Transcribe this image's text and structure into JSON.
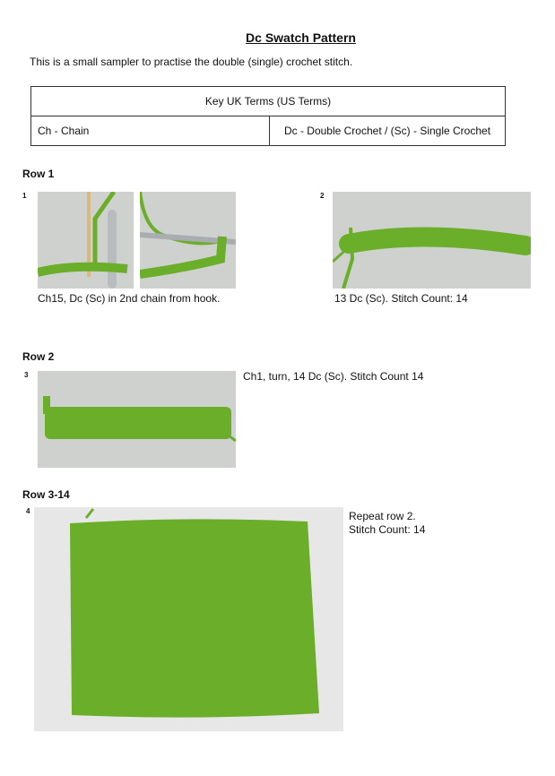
{
  "document": {
    "title": "Dc Swatch Pattern",
    "intro": "This is a small sampler to practise the double (single) crochet stitch."
  },
  "key_table": {
    "header": "Key UK Terms (US Terms)",
    "cells": [
      "Ch - Chain",
      "Dc - Double Crochet / (Sc) - Single Crochet"
    ]
  },
  "rows": [
    {
      "heading": "Row 1",
      "steps": [
        {
          "number": "1",
          "caption": "Ch15, Dc (Sc) in 2nd chain from hook.",
          "image": "chain-with-hook-photos"
        },
        {
          "number": "2",
          "caption": "13 Dc (Sc). Stitch Count: 14",
          "image": "first-row-photo"
        }
      ]
    },
    {
      "heading": "Row 2",
      "steps": [
        {
          "number": "3",
          "caption": "Ch1, turn, 14 Dc (Sc). Stitch Count 14",
          "image": "two-rows-photo"
        }
      ]
    },
    {
      "heading": "Row 3-14",
      "steps": [
        {
          "number": "4",
          "caption_lines": [
            "Repeat row 2.",
            "Stitch Count: 14"
          ],
          "image": "finished-swatch-photo"
        }
      ]
    }
  ],
  "colors": {
    "yarn": "#6aae2a",
    "photo_bg": "#cfd1cf",
    "border": "#333333"
  }
}
